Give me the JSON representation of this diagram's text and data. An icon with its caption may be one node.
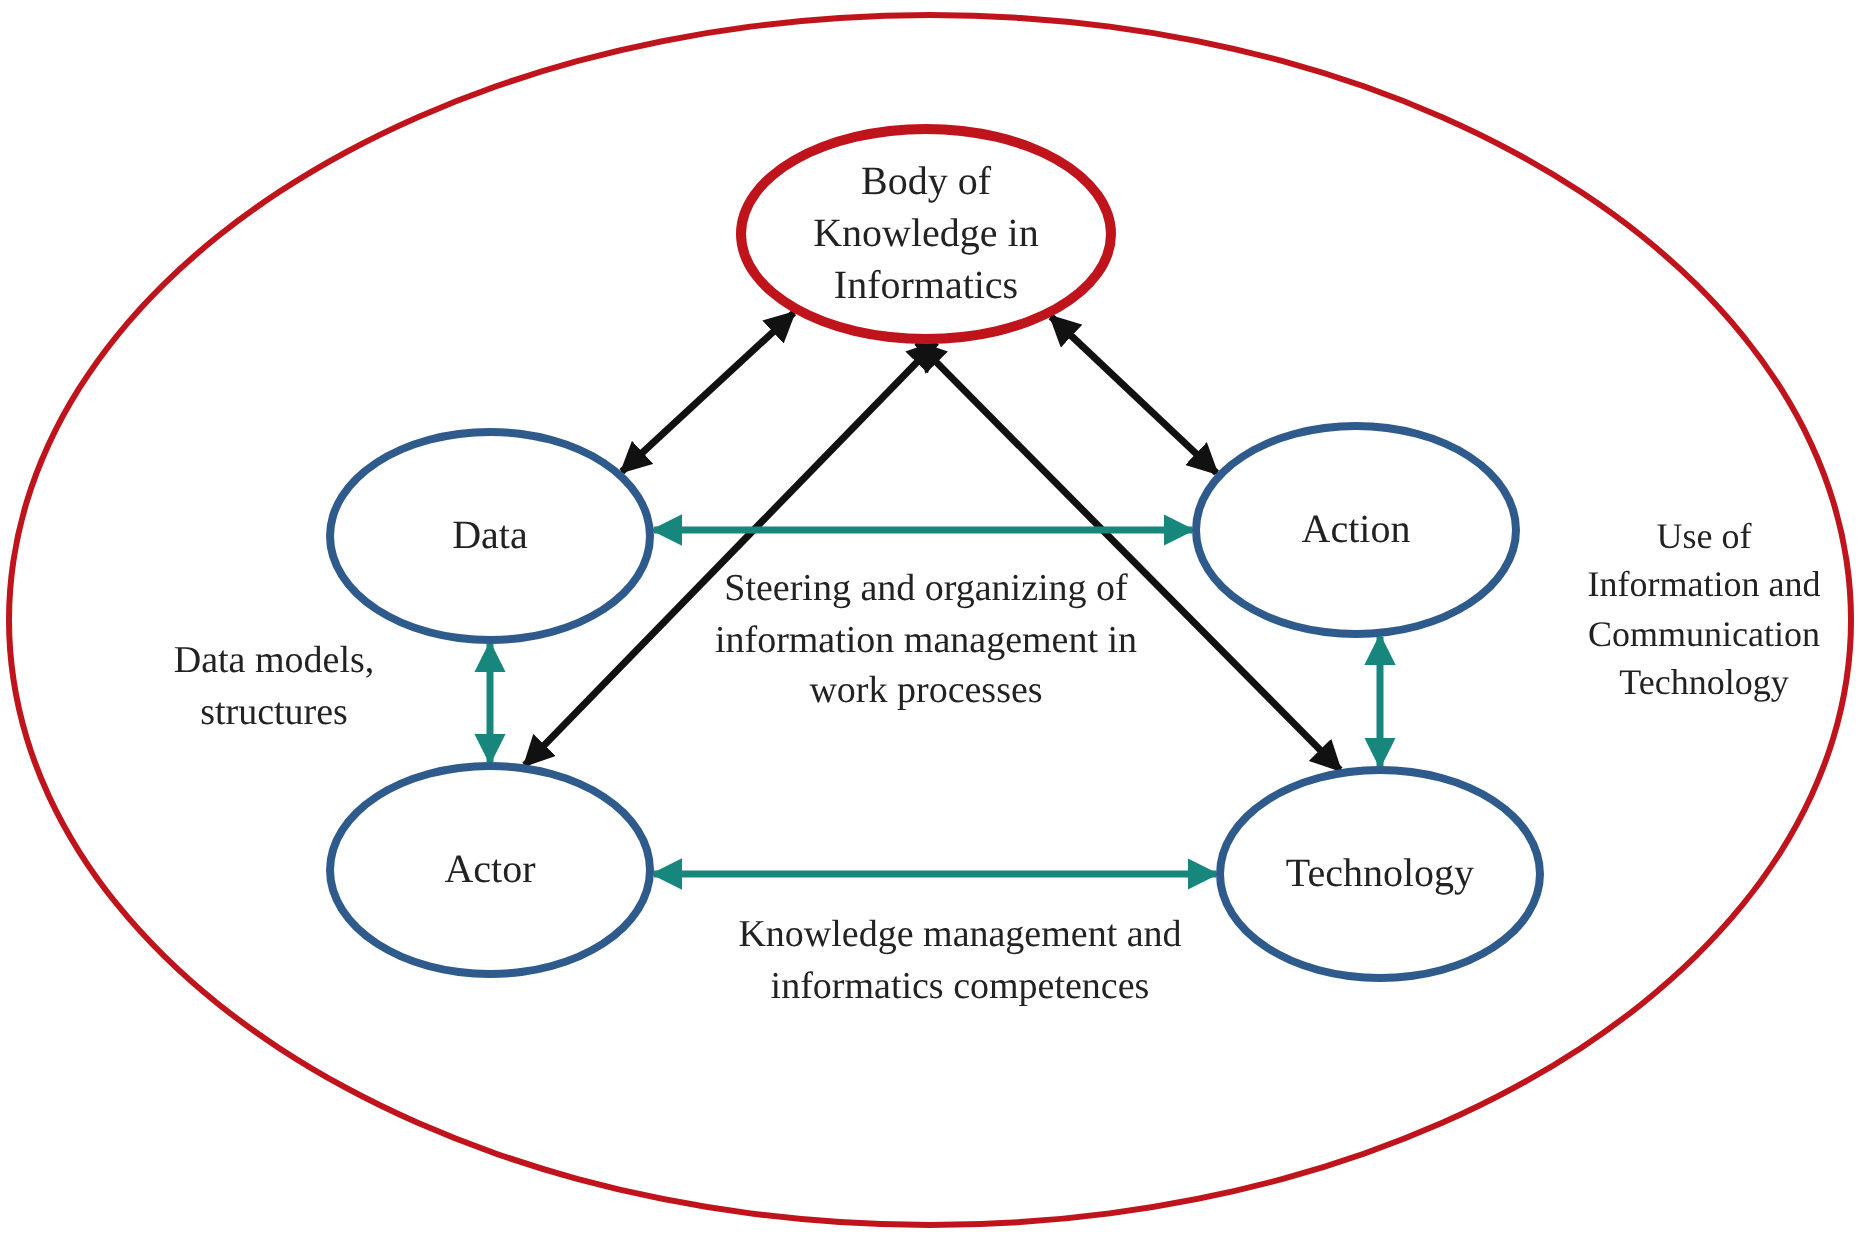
{
  "diagram": {
    "nodes": [
      {
        "text": [],
        "shape": "circle"
      },
      {
        "text": [
          "Body of Knowledge in Informatics"
        ],
        "in": 0
      },
      {
        "text": [
          "Data"
        ],
        "in": 0
      },
      {
        "text": [
          "Action"
        ],
        "in": 0
      },
      {
        "text": [
          "Actor"
        ],
        "in": 0
      },
      {
        "text": [
          "Technology"
        ],
        "in": 0
      }
    ],
    "edges": [
      {
        "from": 1,
        "to": 2,
        "arrow": "both"
      },
      {
        "from": 1,
        "to": 3,
        "arrow": "both"
      },
      {
        "from": 1,
        "to": 4,
        "arrow": "both"
      },
      {
        "from": 1,
        "to": 5,
        "arrow": "both"
      },
      {
        "from": 2,
        "to": 3,
        "arrow": "both",
        "label": "Steering and organizing of information management in work processes",
        "color": "#17877d"
      },
      {
        "from": 2,
        "to": 4,
        "arrow": "both",
        "label": "Data models, structures",
        "color": "#17877d"
      },
      {
        "from": 3,
        "to": 5,
        "arrow": "both",
        "color": "#17877d"
      },
      {
        "from": 4,
        "to": 5,
        "arrow": "both",
        "label": "Knowledge management and informatics competences",
        "color": "#17877d"
      }
    ],
    "labels": [
      "Use of Information and Communication Technology"
    ]
  }
}
